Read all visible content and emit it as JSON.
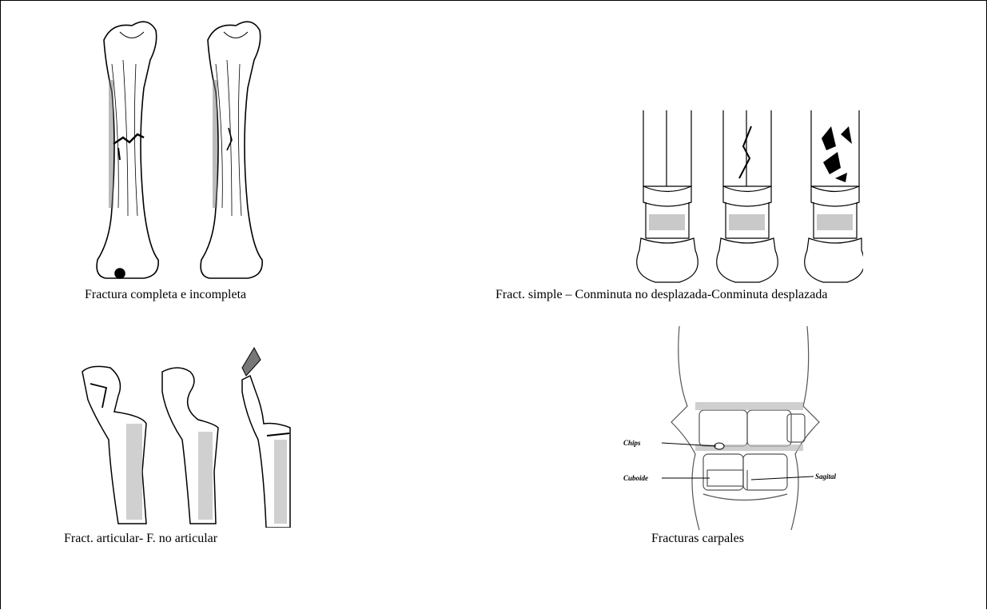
{
  "figures": [
    {
      "id": "complete-incomplete",
      "caption": "Fractura completa e incompleta"
    },
    {
      "id": "simple-comminuted",
      "caption": "Fract. simple – Conminuta no desplazada-Conminuta desplazada"
    },
    {
      "id": "articular",
      "caption": "Fract. articular- F. no articular"
    },
    {
      "id": "carpal",
      "caption": "Fracturas  carpales",
      "labels": {
        "chips": "Chips",
        "cuboide": "Cuboide",
        "sagital": "Sagital"
      }
    }
  ],
  "colors": {
    "ink": "#000000",
    "shade": "#6e6e6e",
    "light_shade": "#bdbdbd",
    "background": "#ffffff"
  }
}
